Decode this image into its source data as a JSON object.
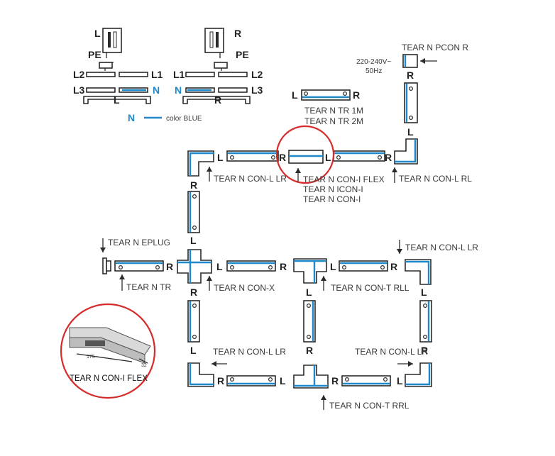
{
  "wiring": {
    "left_top": "L",
    "right_top": "R",
    "pe": "PE",
    "l1": "L1",
    "l2": "L2",
    "l3": "L3",
    "n": "N",
    "bottom_left": "L",
    "bottom_right": "R",
    "legend_n": "N",
    "legend_text": "color BLUE"
  },
  "power": {
    "voltage": "220-240V~",
    "freq": "50Hz",
    "pcon_label": "TEAR N PCON R"
  },
  "letters": {
    "L": "L",
    "R": "R"
  },
  "labels": {
    "tr12_line1": "TEAR N TR 1M",
    "tr12_line2": "TEAR N TR 2M",
    "con_l_rl": "TEAR N CON-L RL",
    "con_l_lr_top": "TEAR N CON-L LR",
    "flex_line1": "TEAR N CON-I FLEX",
    "flex_line2": "TEAR N ICON-I",
    "flex_line3": "TEAR N CON-I",
    "eplug": "TEAR N EPLUG",
    "tr": "TEAR N TR",
    "con_x": "TEAR N CON-X",
    "con_t_rll": "TEAR N CON-T RLL",
    "con_l_lr_right": "TEAR N CON-L LR",
    "con_l_lr_bl": "TEAR N CON-L LR",
    "con_l_lr_br": "TEAR N CON-L LR",
    "con_t_rrl": "TEAR N CON-T RRL",
    "inset": "TEAR N CON-I FLEX"
  },
  "inset_dims": {
    "a": "175",
    "b": "32"
  },
  "colors": {
    "accent": "#1e88c8",
    "highlight": "#d62b2b"
  }
}
